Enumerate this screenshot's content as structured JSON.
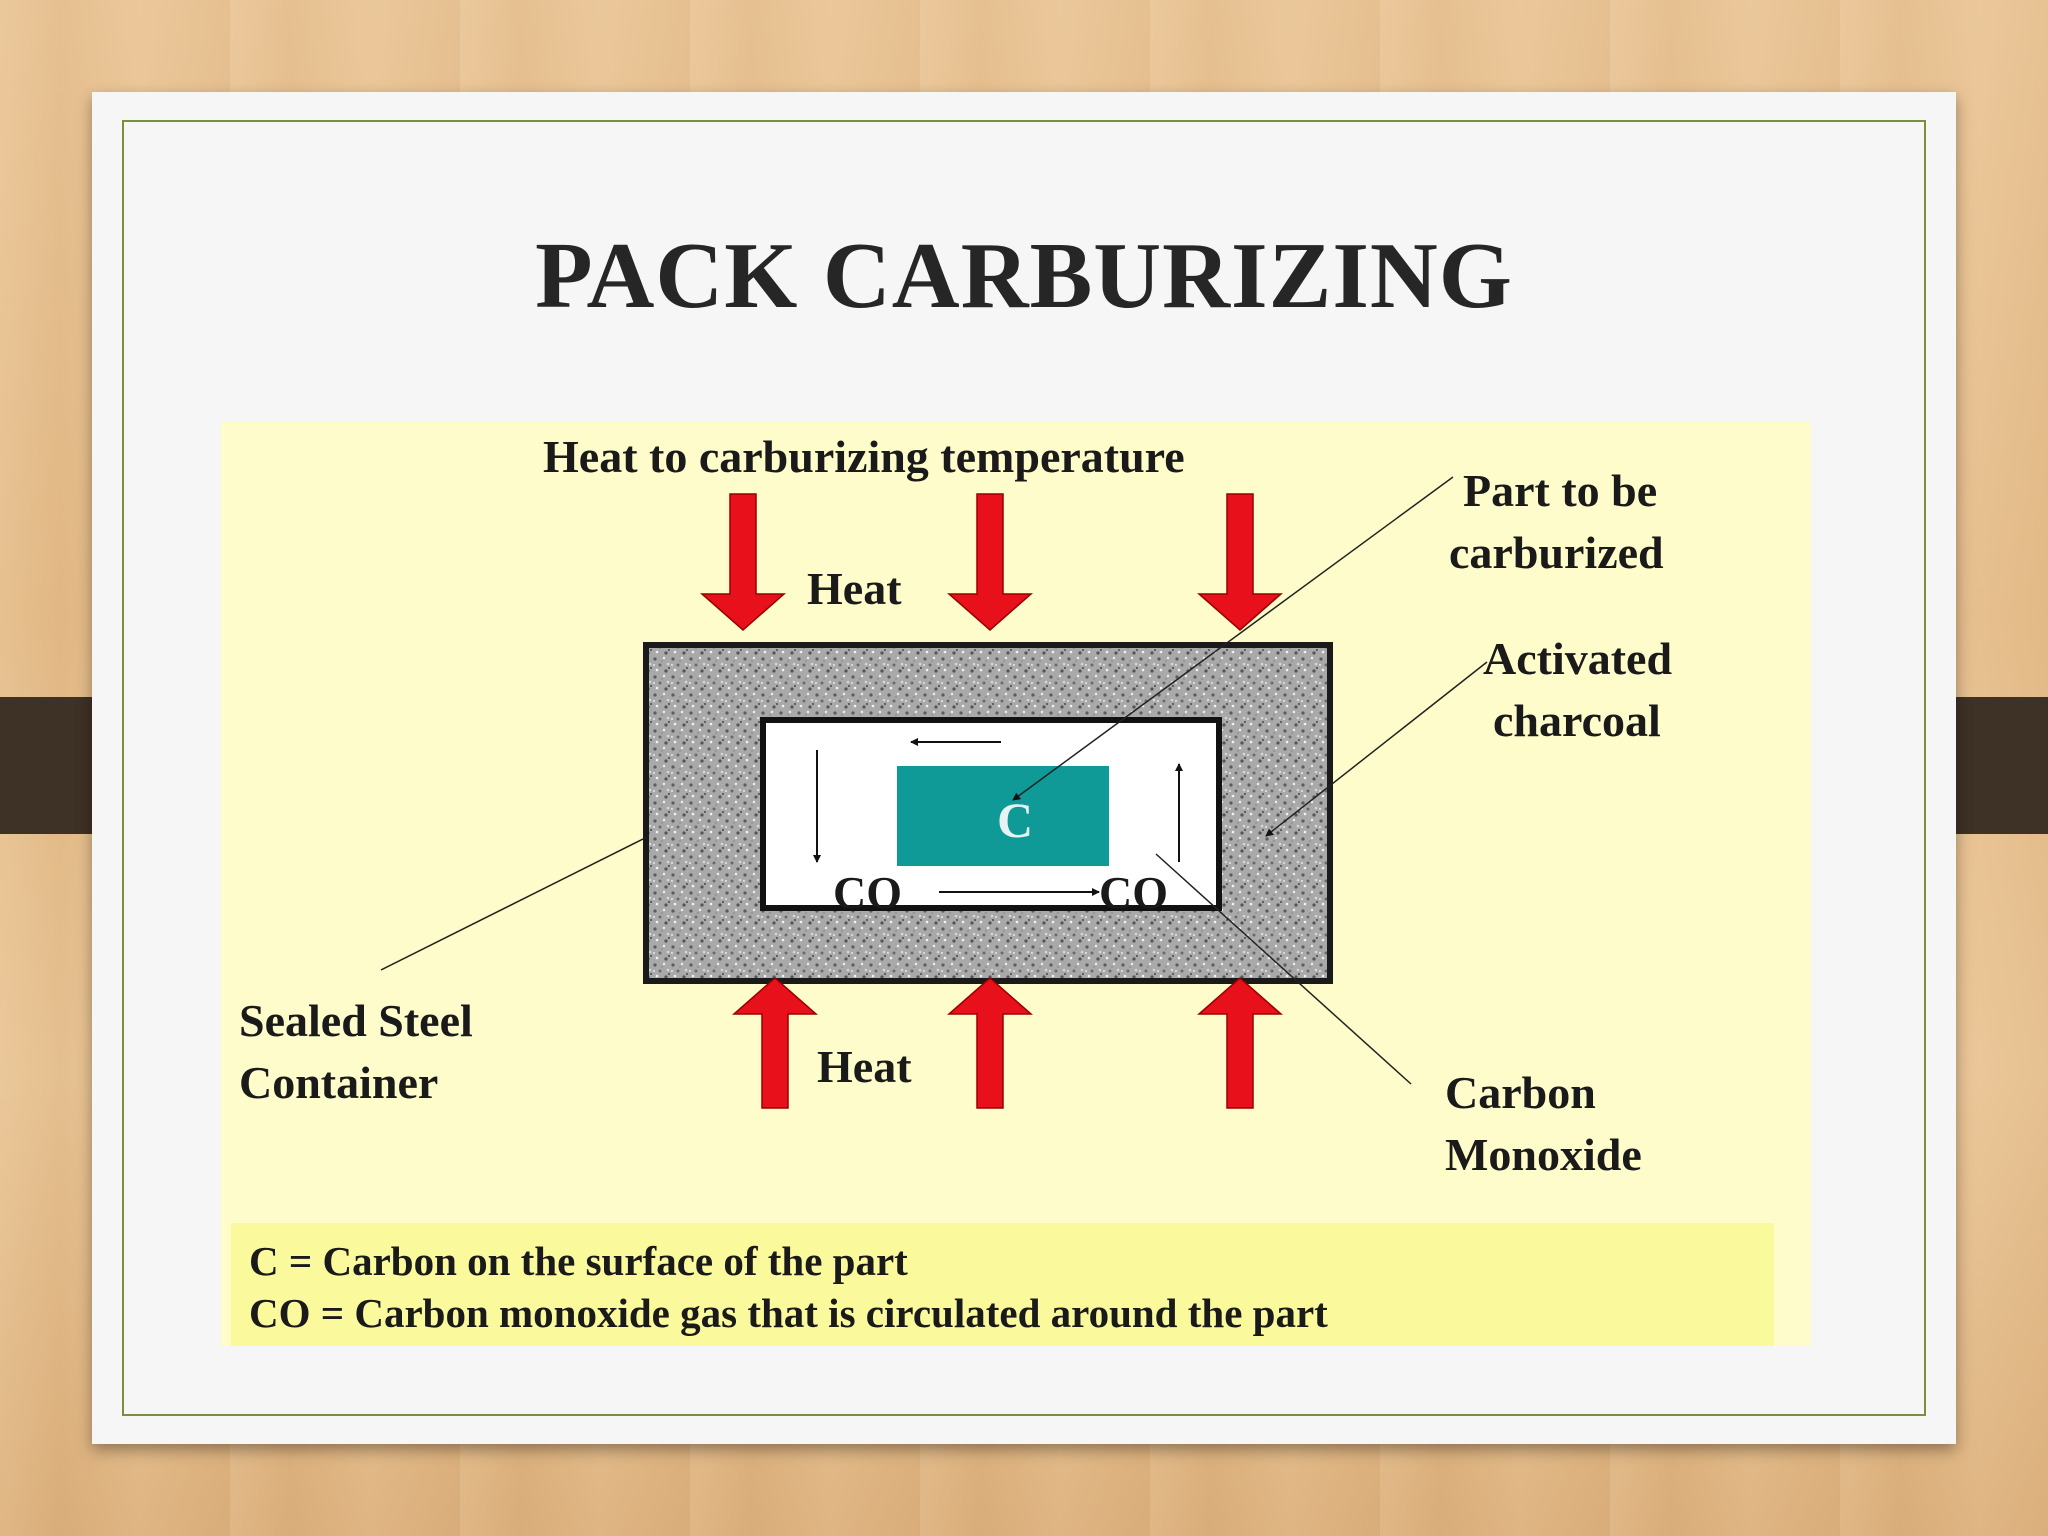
{
  "slide": {
    "title": "PACK CARBURIZING"
  },
  "diagram": {
    "top_label": "Heat to carburizing temperature",
    "heat_top": "Heat",
    "heat_bottom": "Heat",
    "part_label_line1": "Part to be",
    "part_label_line2": "carburized",
    "charcoal_label_line1": "Activated",
    "charcoal_label_line2": "charcoal",
    "container_label_line1": "Sealed Steel",
    "container_label_line2": "Container",
    "co_label_line1": "Carbon",
    "co_label_line2": "Monoxide",
    "part_symbol": "C",
    "co_left": "CO",
    "co_right": "CO",
    "arrow_color": "#e8101a",
    "part_color": "#0f9a98",
    "charcoal_color": "#a8a8a8"
  },
  "legend": {
    "line1": "C = Carbon on the surface of the part",
    "line2": "CO = Carbon monoxide gas that is circulated  around the part"
  }
}
